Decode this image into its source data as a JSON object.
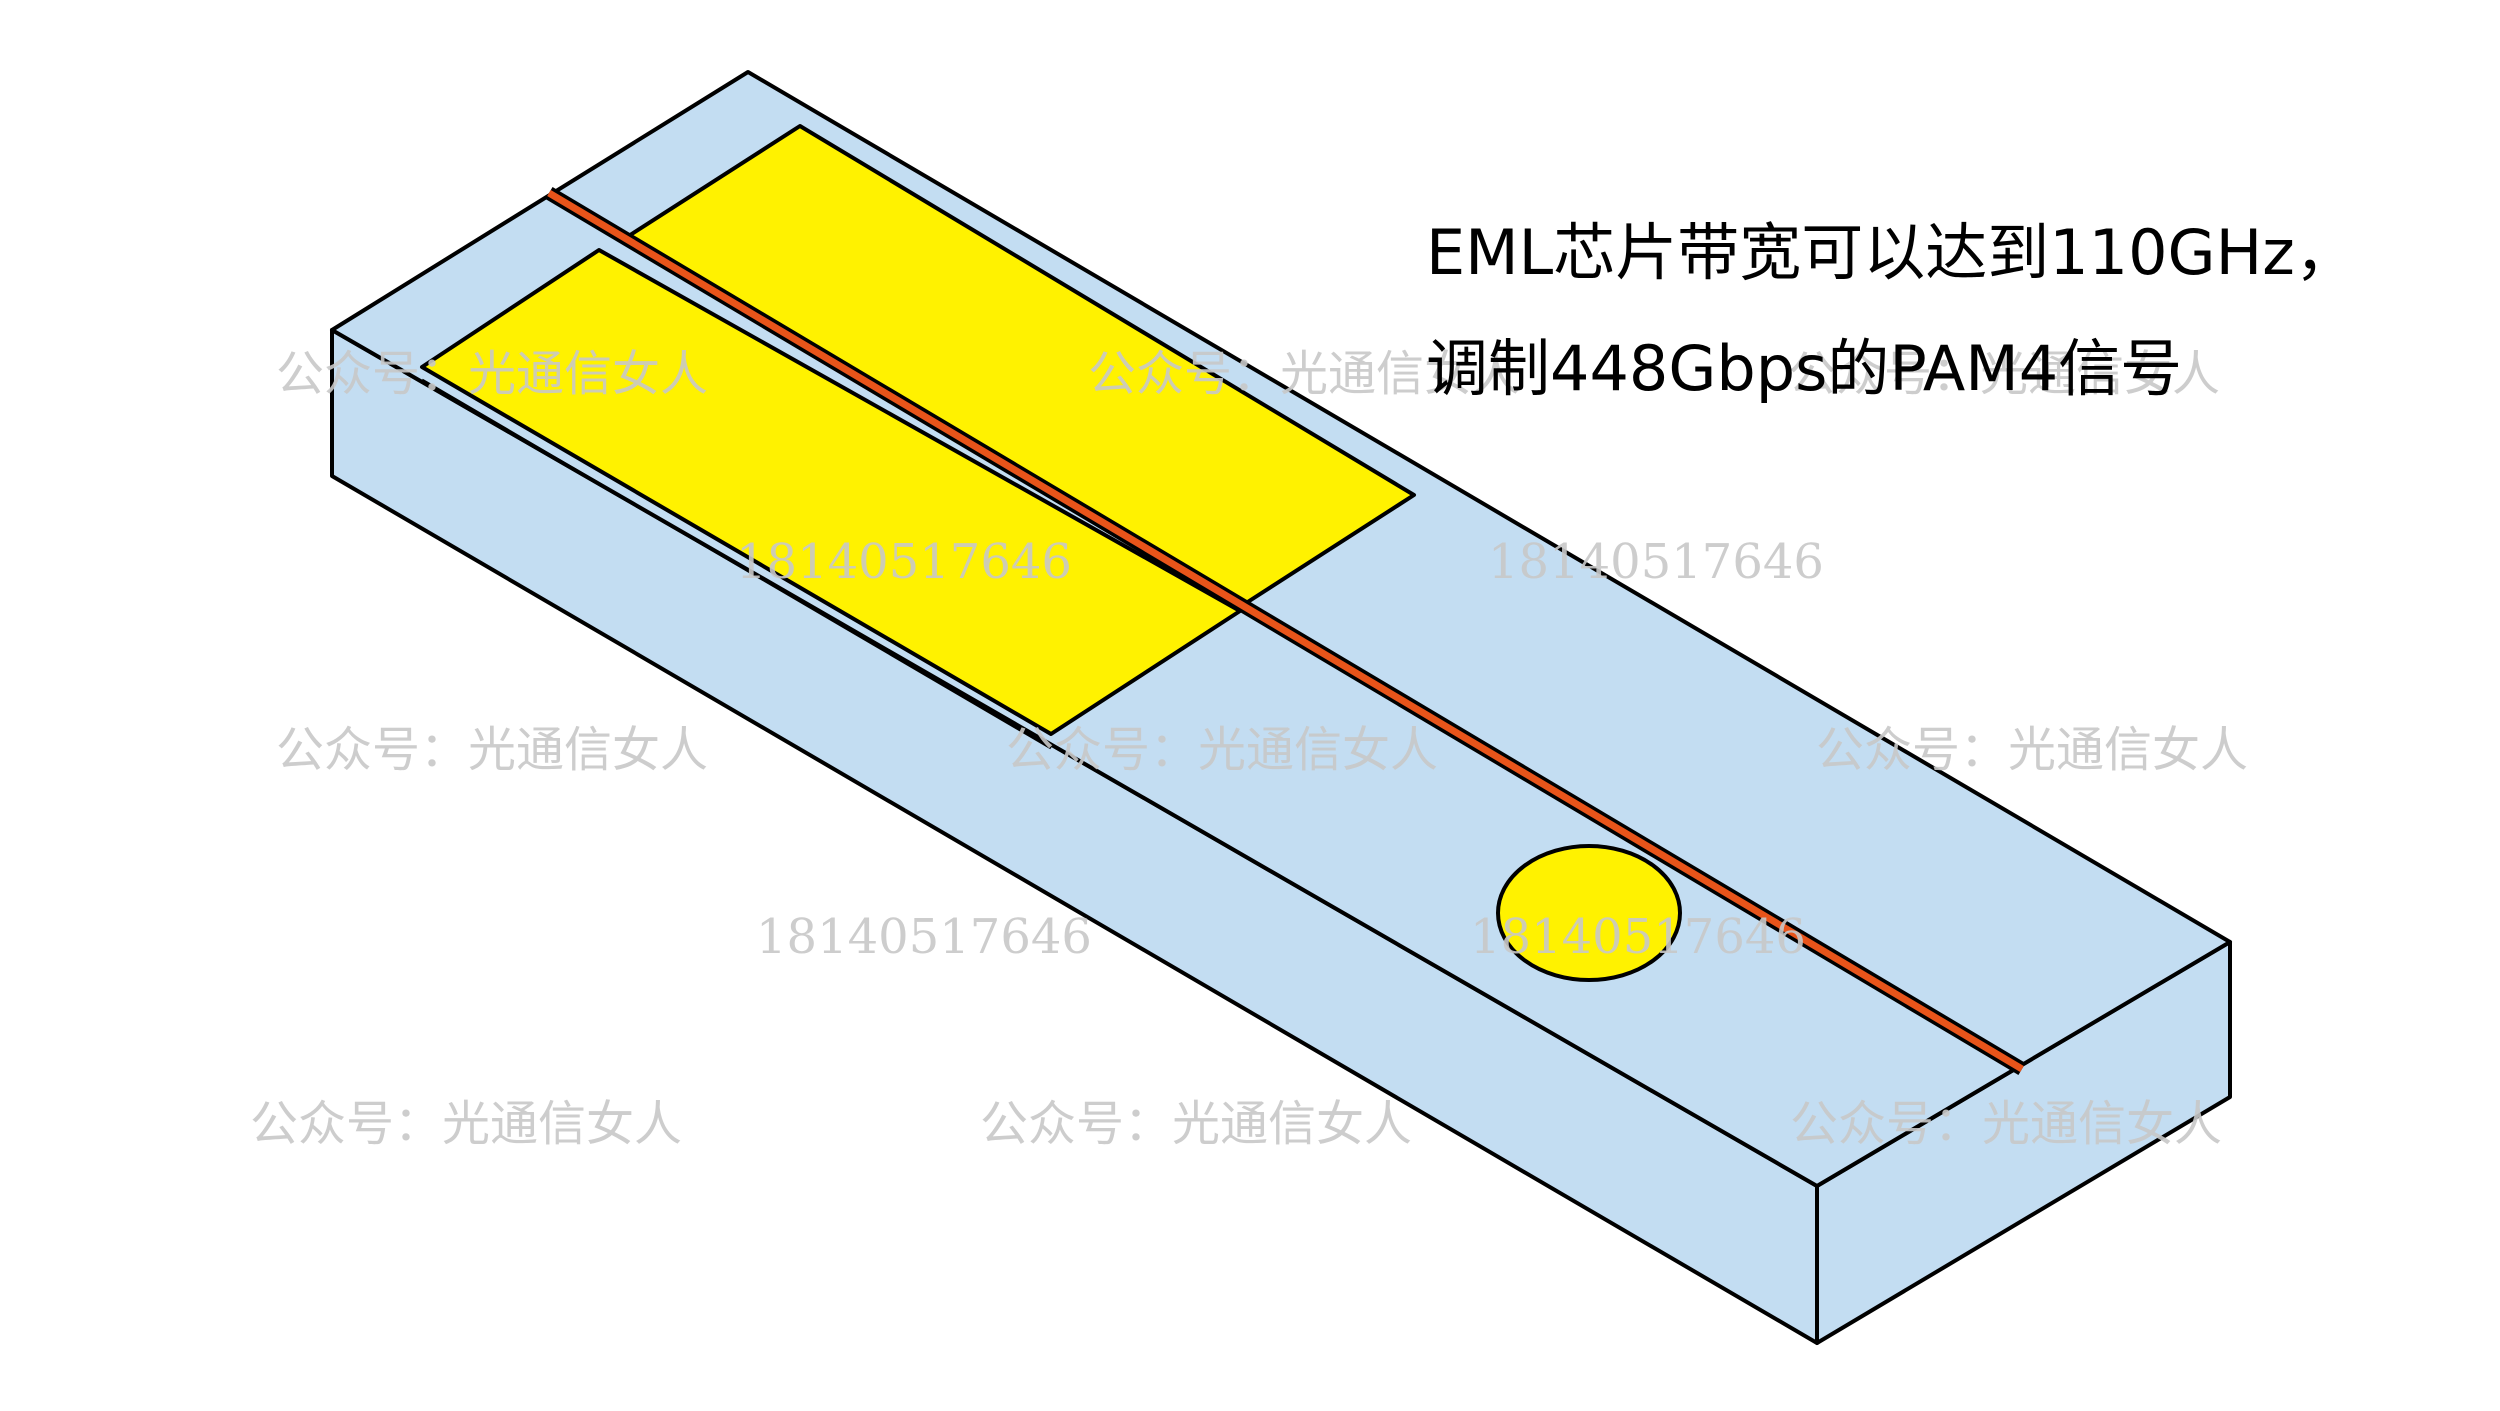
{
  "caption": {
    "line1": "EML芯片带宽可以达到110GHz，",
    "line2": "调制448Gbps的PAM4信号"
  },
  "watermarks": {
    "account": "公众号：光通信女人",
    "phone": "18140517646"
  },
  "colors": {
    "substrate": "#c3ddf2",
    "electrode": "#fff200",
    "waveguide": "#e8541a",
    "outline": "#000000",
    "watermark": "#c8c8c8"
  }
}
